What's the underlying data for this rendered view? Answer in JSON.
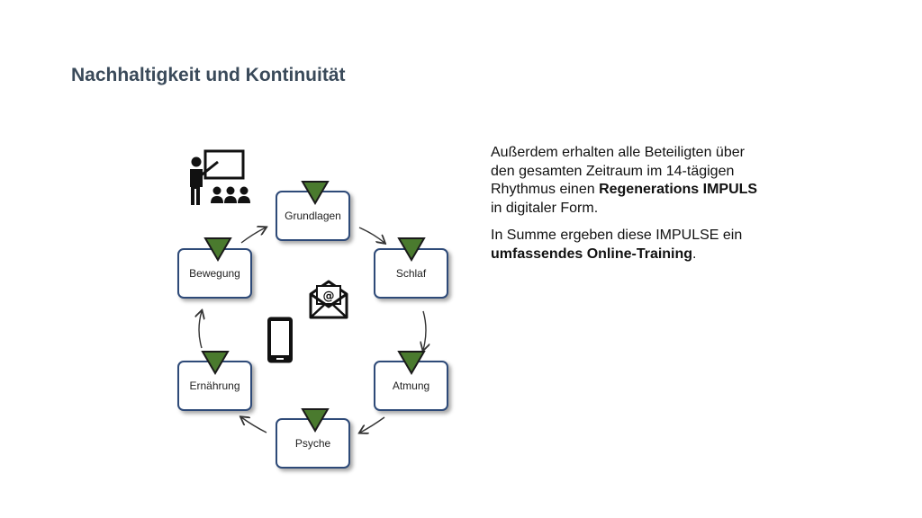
{
  "title": "Nachhaltigkeit und Kontinuität",
  "cycle": {
    "nodes": [
      {
        "id": "grundlagen",
        "label": "Grundlagen"
      },
      {
        "id": "schlaf",
        "label": "Schlaf"
      },
      {
        "id": "atmung",
        "label": "Atmung"
      },
      {
        "id": "psyche",
        "label": "Psyche"
      },
      {
        "id": "ernaehrung",
        "label": "Ernährung"
      },
      {
        "id": "bewegung",
        "label": "Bewegung"
      }
    ],
    "colors": {
      "box_border": "#2e4a78",
      "marker_fill": "#4a7a2e",
      "marker_stroke": "#1a1a1a",
      "arrow": "#333333"
    }
  },
  "icons": {
    "teacher": "teacher-presentation-icon",
    "mail": "email-envelope-icon",
    "phone": "smartphone-icon"
  },
  "text": {
    "p1_a": "Außerdem erhalten alle Beteiligten über den gesamten Zeitraum im 14-tägigen Rhythmus einen ",
    "p1_bold": "Regenerations IMPULS",
    "p1_b": " in digitaler Form.",
    "p2_a": "In Summe ergeben diese IMPULSE ein ",
    "p2_bold": "umfassendes Online-Training",
    "p2_b": "."
  }
}
